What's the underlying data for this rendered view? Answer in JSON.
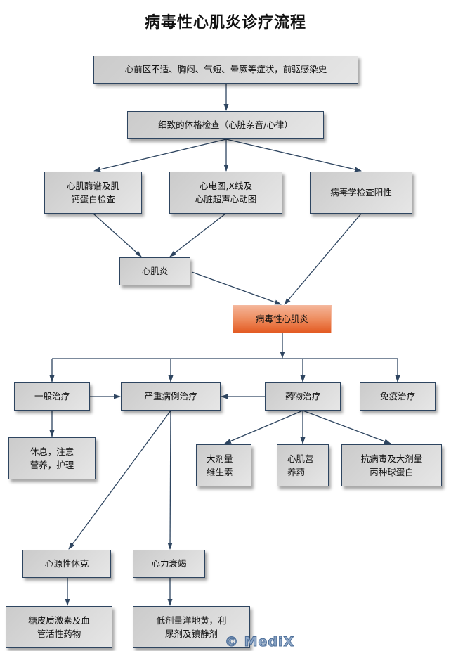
{
  "title": "病毒性心肌炎诊疗流程",
  "nodes": {
    "symptoms": "心前区不适、胸闷、气短、晕厥等症状，前驱感染史",
    "physical_exam": "细致的体格检查（心脏杂音/心律）",
    "enzymes": "心肌酶谱及肌\n  钙蛋白检查",
    "ecg": "心电图,X线及\n    心脏超声心动图",
    "virology": "病毒学检查阳性",
    "myocarditis": "心肌炎",
    "viral_myocarditis": "病毒性心肌炎",
    "general_treatment": "一般治疗",
    "severe_treatment": "严重病例治疗",
    "drug_treatment": "药物治疗",
    "immune_treatment": "免疫治疗",
    "rest_nutrition": "休息，注意\n营养，护理",
    "vitamin_c": "大剂量\n维生素",
    "myocardial_nutrition": "心肌营\n养药",
    "antiviral": "抗病毒及大剂量\n丙种球蛋白",
    "cardiogenic_shock": "心源性休克",
    "heart_failure": "心力衰竭",
    "steroids": "糖皮质激素及血\n管活性药物",
    "digitalis": "低剂量洋地黄，利\n尿剂及镇静剂"
  },
  "edges": [
    [
      "symptoms",
      "physical_exam"
    ],
    [
      "physical_exam",
      "enzymes"
    ],
    [
      "physical_exam",
      "ecg"
    ],
    [
      "physical_exam",
      "virology"
    ],
    [
      "enzymes",
      "myocarditis"
    ],
    [
      "ecg",
      "myocarditis"
    ],
    [
      "myocarditis",
      "viral_myocarditis"
    ],
    [
      "virology",
      "viral_myocarditis"
    ],
    [
      "viral_myocarditis",
      "general_treatment"
    ],
    [
      "viral_myocarditis",
      "severe_treatment"
    ],
    [
      "viral_myocarditis",
      "drug_treatment"
    ],
    [
      "viral_myocarditis",
      "immune_treatment"
    ],
    [
      "general_treatment",
      "severe_treatment"
    ],
    [
      "drug_treatment",
      "severe_treatment"
    ],
    [
      "general_treatment",
      "rest_nutrition"
    ],
    [
      "drug_treatment",
      "vitamin_c"
    ],
    [
      "drug_treatment",
      "myocardial_nutrition"
    ],
    [
      "drug_treatment",
      "antiviral"
    ],
    [
      "severe_treatment",
      "cardiogenic_shock"
    ],
    [
      "severe_treatment",
      "heart_failure"
    ],
    [
      "cardiogenic_shock",
      "steroids"
    ],
    [
      "heart_failure",
      "digitalis"
    ]
  ],
  "colors": {
    "line": "#2e4560",
    "box_fill_start": "#cbcbcb",
    "box_fill_end": "#e6e6e6",
    "highlight_start": "#f4b497",
    "highlight_end": "#e35a22"
  },
  "watermark": "© MediX"
}
